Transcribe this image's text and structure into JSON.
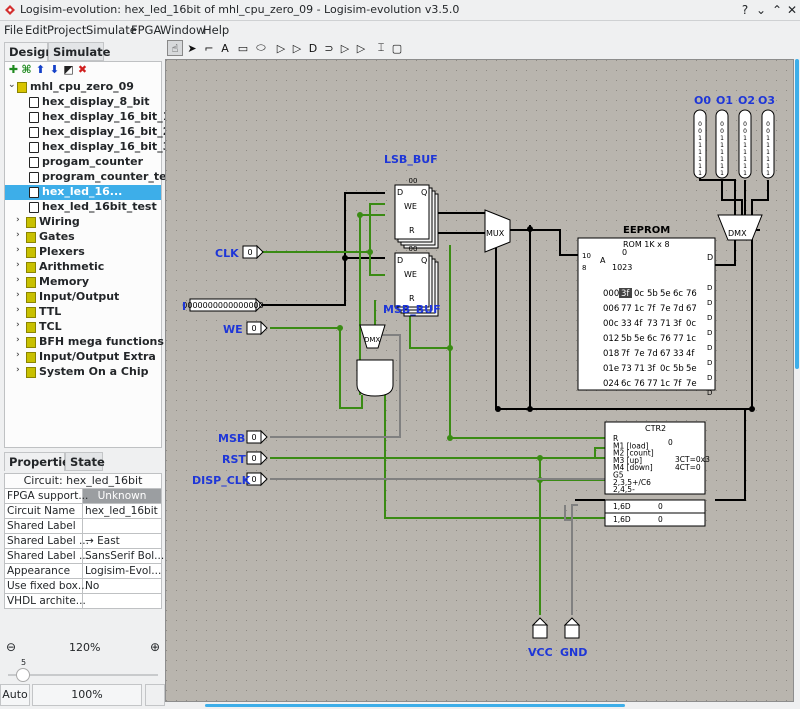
{
  "window": {
    "title": "Logisim-evolution: hex_led_16bit of mhl_cpu_zero_09 - Logisim-evolution v3.5.0"
  },
  "menu": [
    "File",
    "Edit",
    "Project",
    "Simulate",
    "FPGA",
    "Window",
    "Help"
  ],
  "toolbar_icons": [
    "poke-tool-icon",
    "select-tool-icon",
    "wiring-tool-icon",
    "text-tool-icon",
    "input-pin-icon",
    "output-pin-icon",
    "not-gate-icon",
    "buffer-icon",
    "and-gate-icon",
    "or-gate-icon",
    "nand-gate-icon",
    "nor-gate-icon",
    "appearance-icon",
    "layout-icon"
  ],
  "tabs": {
    "design": "Design",
    "simulate": "Simulate"
  },
  "tree": {
    "project": "mhl_cpu_zero_09",
    "circuits": [
      "hex_display_8_bit",
      "hex_display_16_bit_1",
      "hex_display_16_bit_2",
      "hex_display_16_bit_3",
      "progam_counter",
      "program_counter_test",
      "hex_led_16...",
      "hex_led_16bit_test"
    ],
    "selected_index": 6,
    "libraries": [
      "Wiring",
      "Gates",
      "Plexers",
      "Arithmetic",
      "Memory",
      "Input/Output",
      "TTL",
      "TCL",
      "BFH mega functions",
      "Input/Output Extra",
      "System On a Chip"
    ]
  },
  "props": {
    "tab_properties": "Properties",
    "tab_state": "State",
    "caption": "Circuit: hex_led_16bit",
    "rows": [
      {
        "key": "FPGA support...",
        "value": "Unknown"
      },
      {
        "key": "Circuit Name",
        "value": "hex_led_16bit"
      },
      {
        "key": "Shared Label",
        "value": ""
      },
      {
        "key": "Shared Label ...",
        "value": "→ East"
      },
      {
        "key": "Shared Label ...",
        "value": "SansSerif Bol..."
      },
      {
        "key": "Appearance",
        "value": "Logisim-Evol..."
      },
      {
        "key": "Use fixed box...",
        "value": "No"
      },
      {
        "key": "VHDL archite...",
        "value": ""
      }
    ]
  },
  "zoom": {
    "value": "120%",
    "tick": "5",
    "auto_label": "Auto",
    "percent": "100%"
  },
  "colors": {
    "accent": "#3daee9",
    "wire_on": "#3a8b14",
    "wire_bus": "#000000",
    "wire_off": "#808080",
    "label_blue": "#1e36d8"
  },
  "canvas": {
    "labels": {
      "clk": "CLK",
      "i": "I",
      "we": "WE",
      "msb": "MSB",
      "rst": "RST",
      "disp_clk": "DISP_CLK",
      "lsb_buf": "LSB_BUF",
      "msb_buf": "MSB_BUF",
      "eeprom": "EEPROM",
      "vcc": "VCC",
      "gnd": "GND",
      "o0": "O0",
      "o1": "O1",
      "o2": "O2",
      "o3": "O3"
    },
    "mux": "MUX",
    "dmx": "DMX",
    "reg_d": "D",
    "reg_q": "Q",
    "reg_we": "WE",
    "reg_r": "R",
    "reg_value": "00",
    "pin_bit": "0",
    "i_bits": "0000000000000000",
    "out_bits": "00111111",
    "rom": {
      "title": "ROM 1K x 8",
      "addr_bits": "10",
      "data_bits": "8",
      "a_label": "A",
      "a_val": "0",
      "a_range": "1023",
      "d_label": "D",
      "rows": [
        {
          "addr": "000",
          "vals": [
            "3f",
            "0c",
            "5b",
            "5e",
            "6c",
            "76"
          ]
        },
        {
          "addr": "006",
          "vals": [
            "77",
            "1c",
            "7f",
            "7e",
            "7d",
            "67"
          ]
        },
        {
          "addr": "00c",
          "vals": [
            "33",
            "4f",
            "73",
            "71",
            "3f",
            "0c"
          ]
        },
        {
          "addr": "012",
          "vals": [
            "5b",
            "5e",
            "6c",
            "76",
            "77",
            "1c"
          ]
        },
        {
          "addr": "018",
          "vals": [
            "7f",
            "7e",
            "7d",
            "67",
            "33",
            "4f"
          ]
        },
        {
          "addr": "01e",
          "vals": [
            "73",
            "71",
            "3f",
            "0c",
            "5b",
            "5e"
          ]
        },
        {
          "addr": "024",
          "vals": [
            "6c",
            "76",
            "77",
            "1c",
            "7f",
            "7e"
          ]
        }
      ]
    },
    "ctr": {
      "title": "CTR2",
      "lines": [
        "R",
        "M1 [load]",
        "M2 [count]",
        "M3 [up]",
        "M4 [down]",
        "G5",
        "2,3,5+/C6",
        "2,4,5-",
        "1,6D",
        "1,6D"
      ],
      "right": [
        "3CT=0x3",
        "4CT=0"
      ],
      "val0": "0"
    }
  }
}
